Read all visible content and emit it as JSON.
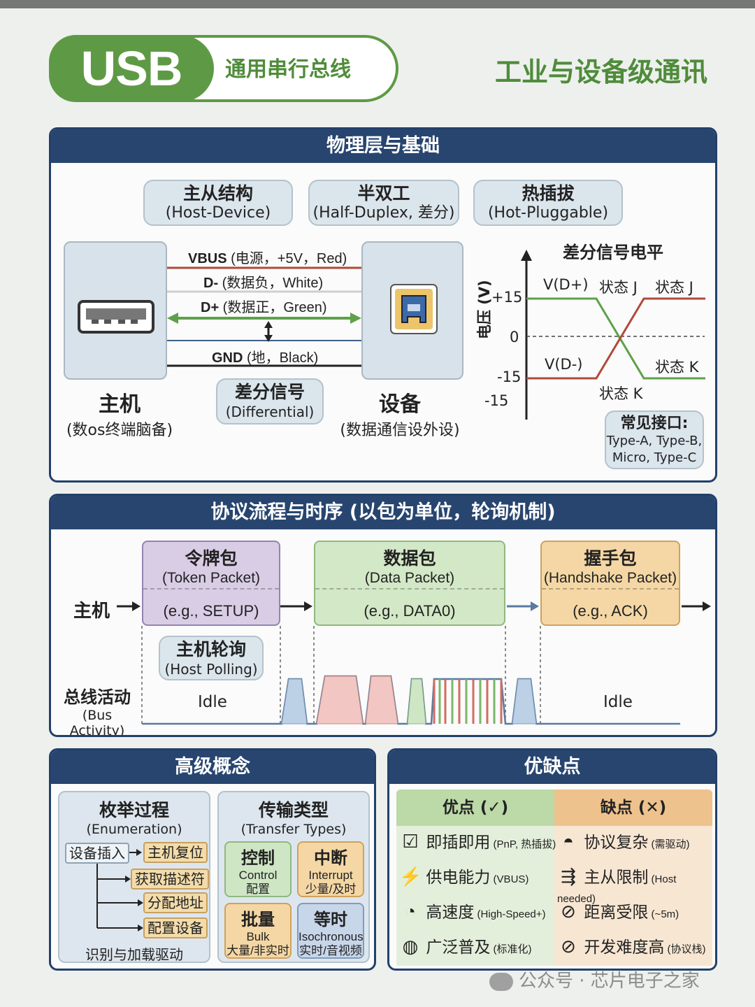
{
  "header": {
    "badge": "USB",
    "subtitle": "通用串行总线",
    "right_title": "工业与设备级通讯"
  },
  "physical": {
    "title": "物理层与基础",
    "bubbles": [
      {
        "title": "主从结构",
        "sub": "(Host-Device)"
      },
      {
        "title": "半双工",
        "sub": "(Half-Duplex, 差分)"
      },
      {
        "title": "热插拔",
        "sub": "(Hot-Pluggable)"
      }
    ],
    "wires": [
      {
        "name": "VBUS",
        "desc": " (电源，+5V，Red)",
        "color": "#b04a3a"
      },
      {
        "name": "D-",
        "desc": " (数据负，White)",
        "color": "#cfcfcf"
      },
      {
        "name": "D+",
        "desc": " (数据正，Green)",
        "color": "#5ea04a"
      },
      {
        "name": "GND",
        "desc": " (地，Black)",
        "color": "#222222"
      }
    ],
    "host": {
      "title": "主机",
      "sub": "(数os终端脑备)"
    },
    "device": {
      "title": "设备",
      "sub": "(数据通信设外设)"
    },
    "differential": {
      "title": "差分信号",
      "sub": "(Differential)"
    },
    "signal_chart": {
      "title": "差分信号电平",
      "ylabel": "电压 (V)",
      "ticks": [
        "+15",
        "0",
        "-15",
        "-15"
      ],
      "labels": {
        "vdp": "V(D+)",
        "vdm": "V(D-)",
        "j1": "状态 J",
        "j2": "状态 J",
        "k1": "状态 K",
        "k2": "状态 K"
      }
    },
    "connectors": {
      "title": "常见接口:",
      "line1": "Type-A, Type-B,",
      "line2": "Micro, Type-C"
    }
  },
  "protocol": {
    "title": "协议流程与时序 (以包为单位，轮询机制)",
    "host_label": "主机",
    "packets": [
      {
        "title": "令牌包",
        "sub": "(Token Packet)",
        "example": "(e.g., SETUP)"
      },
      {
        "title": "数据包",
        "sub": "(Data Packet)",
        "example": "(e.g., DATA0)"
      },
      {
        "title": "握手包",
        "sub": "(Handshake Packet)",
        "example": "(e.g., ACK)"
      }
    ],
    "polling": {
      "title": "主机轮询",
      "sub": "(Host Polling)"
    },
    "bus": {
      "title": "总线活动",
      "sub": "(Bus Activity)",
      "idle_left": "Idle",
      "idle_right": "Idle"
    }
  },
  "advanced": {
    "title": "高级概念",
    "enumeration": {
      "title": "枚举过程",
      "sub": "(Enumeration)",
      "start": "设备插入",
      "steps": [
        "主机复位",
        "获取描述符",
        "分配地址",
        "配置设备"
      ],
      "footer": "识别与加载驱动"
    },
    "transfer": {
      "title": "传输类型",
      "sub": "(Transfer Types)",
      "types": [
        {
          "cn": "控制",
          "en": "Control",
          "desc": "配置"
        },
        {
          "cn": "中断",
          "en": "Interrupt",
          "desc": "少量/及时"
        },
        {
          "cn": "批量",
          "en": "Bulk",
          "desc": "大量/非实时"
        },
        {
          "cn": "等时",
          "en": "Isochronous",
          "desc": "实时/音视频"
        }
      ]
    }
  },
  "proscons": {
    "title": "优缺点",
    "pros_header": "优点 (✓)",
    "cons_header": "缺点 (✕)",
    "pros": [
      {
        "icon": "☑",
        "text": "即插即用",
        "note": " (PnP, 热插拔)"
      },
      {
        "icon": "⚡",
        "text": "供电能力",
        "note": " (VBUS)"
      },
      {
        "icon": "◔",
        "text": "高速度",
        "note": " (High-Speed+)"
      },
      {
        "icon": "◍",
        "text": "广泛普及",
        "note": " (标准化)"
      }
    ],
    "cons": [
      {
        "icon": "◓",
        "text": "协议复杂",
        "note": " (需驱动)"
      },
      {
        "icon": "⇶",
        "text": "主从限制",
        "note": " (Host needed)"
      },
      {
        "icon": "⊘",
        "text": "距离受限",
        "note": " (~5m)"
      },
      {
        "icon": "⊘",
        "text": "开发难度高",
        "note": " (协议栈)"
      }
    ]
  },
  "watermark": "公众号 · 芯片电子之家"
}
